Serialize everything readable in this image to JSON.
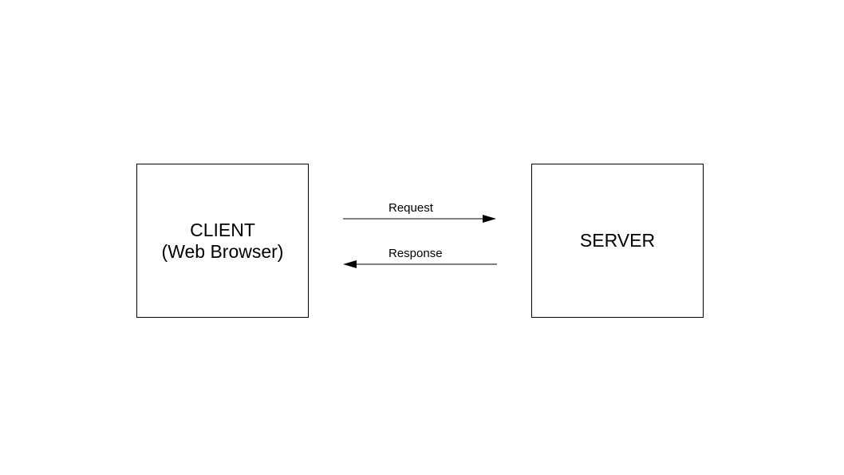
{
  "diagram": {
    "client": {
      "line1": "CLIENT",
      "line2": "(Web Browser)"
    },
    "server": {
      "label": "SERVER"
    },
    "edges": {
      "request": "Request",
      "response": "Response"
    },
    "colors": {
      "stroke": "#000000",
      "background": "#ffffff"
    }
  }
}
